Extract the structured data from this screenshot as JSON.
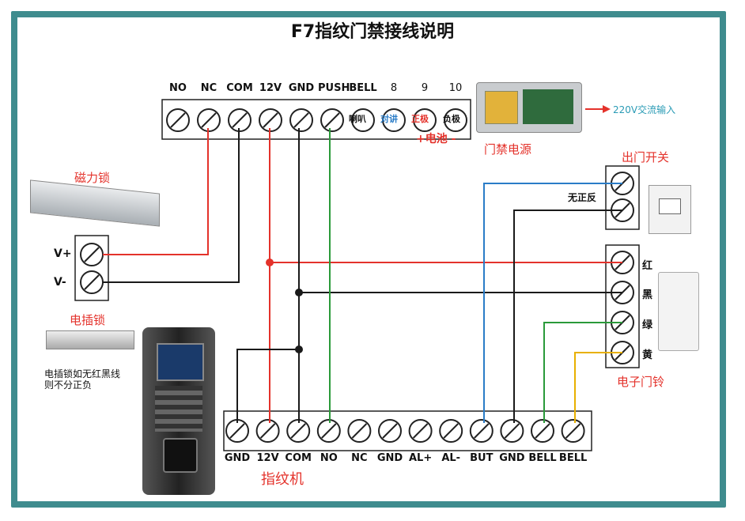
{
  "title": "F7指纹门禁接线说明",
  "power_top_terminals": [
    "NO",
    "NC",
    "COM",
    "12V",
    "GND",
    "PUSH",
    "BELL",
    "8",
    "9",
    "10"
  ],
  "power_inline": {
    "horn": "喇叭",
    "intercom": "对讲",
    "pos": "正极",
    "neg": "负极"
  },
  "battery": "+电池 -",
  "power_supply": "门禁电源",
  "ac_input": "220V交流输入",
  "mag_lock": "磁力锁",
  "mag_terms": [
    "V+",
    "V-"
  ],
  "elec_lock": "电插锁",
  "elec_note": "电插锁如无红黑线\n则不分正负",
  "exit_switch": "出门开关",
  "no_polarity": "无正反",
  "bell_colors": [
    "红",
    "黑",
    "绿",
    "黄"
  ],
  "doorbell": "电子门铃",
  "bottom_terminals": [
    "GND",
    "12V",
    "COM",
    "NO",
    "NC",
    "GND",
    "AL+",
    "AL-",
    "BUT",
    "GND",
    "BELL",
    "BELL"
  ],
  "machine": "指纹机",
  "wire_colors": {
    "red": "#e4322b",
    "black": "#1a1a1a",
    "green": "#2a9a3a",
    "blue": "#2a7cc7",
    "yellow": "#e8b000"
  }
}
